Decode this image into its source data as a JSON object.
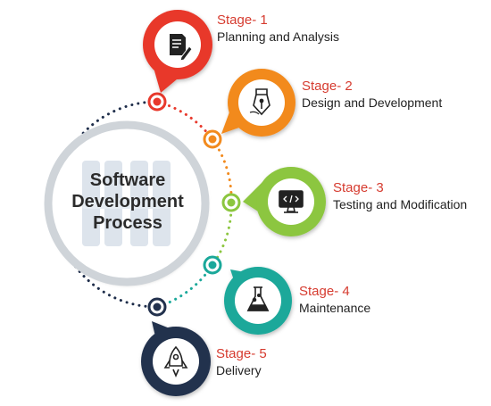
{
  "title": {
    "line1": "Software",
    "line2": "Development",
    "line3": "Process"
  },
  "stages": [
    {
      "number": "Stage- 1",
      "name": "Planning and Analysis",
      "color": "#e8392c",
      "icon": "document-edit-icon"
    },
    {
      "number": "Stage- 2",
      "name": "Design and Development",
      "color": "#f28a1d",
      "icon": "pen-nib-icon"
    },
    {
      "number": "Stage- 3",
      "name": "Testing and Modification",
      "color": "#8cc63f",
      "icon": "monitor-code-icon"
    },
    {
      "number": "Stage- 4",
      "name": "Maintenance",
      "color": "#1aa89a",
      "icon": "flask-icon"
    },
    {
      "number": "Stage- 5",
      "name": "Delivery",
      "color": "#22314d",
      "icon": "rocket-icon"
    }
  ],
  "colors": {
    "dotted_arc": "#1e2d4a",
    "accent_red": "#d63b2f",
    "center_ring": "#cfd4d9"
  }
}
